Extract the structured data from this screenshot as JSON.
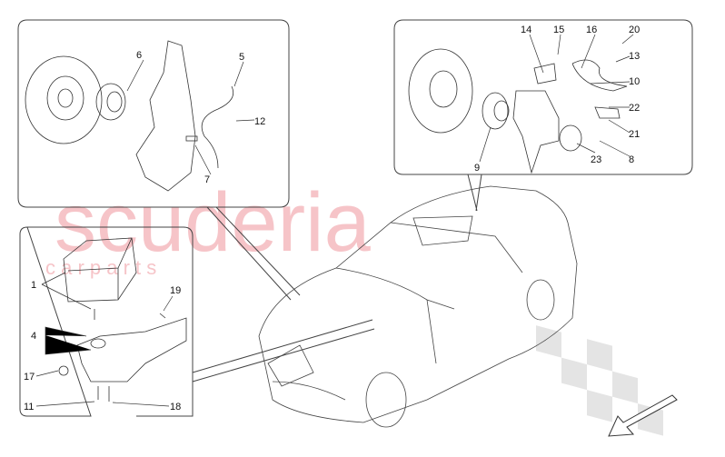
{
  "watermark": {
    "brand": "scuderia",
    "sub": "c a r p a r t s",
    "color": "#f4b8bd"
  },
  "callouts": {
    "front_brake": [
      "6",
      "5",
      "12",
      "7"
    ],
    "rear_brake": [
      "14",
      "15",
      "16",
      "20",
      "13",
      "10",
      "22",
      "21",
      "8",
      "23",
      "9"
    ],
    "abs_unit": [
      "1",
      "19",
      "4",
      "17",
      "11",
      "18"
    ]
  },
  "colors": {
    "line": "#333333",
    "frame": "#444444"
  },
  "icons": {
    "direction": "arrow-down-right-icon"
  }
}
